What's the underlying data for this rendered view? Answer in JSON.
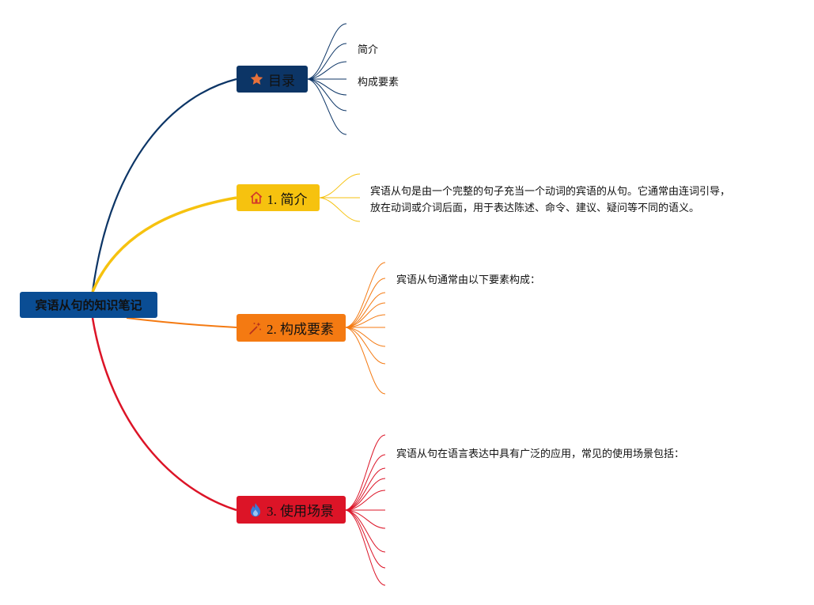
{
  "colors": {
    "root": "#0a4d94",
    "toc": "#0c3566",
    "intro": "#f6c20f",
    "elements": "#f47a12",
    "usage": "#dc1427"
  },
  "root": {
    "label": "宾语从句的知识笔记"
  },
  "branches": {
    "toc": {
      "label": "目录",
      "icon": "star-icon"
    },
    "intro": {
      "label": "1. 简介",
      "icon": "home-icon"
    },
    "elements": {
      "label": "2. 构成要素",
      "icon": "magic-wand-icon"
    },
    "usage": {
      "label": "3. 使用场景",
      "icon": "flame-icon"
    }
  },
  "toc_items": [
    "简介",
    "构成要素"
  ],
  "intro": {
    "lines": [
      "宾语从句是由一个完整的句子充当一个动词的宾语的从句。它通常由连词引导，",
      "放在动词或介词后面，用于表达陈述、命令、建议、疑问等不同的语义。"
    ]
  },
  "elements": {
    "lead": "宾语从句通常由以下要素构成："
  },
  "usage": {
    "lead": "宾语从句在语言表达中具有广泛的应用，常见的使用场景包括："
  }
}
